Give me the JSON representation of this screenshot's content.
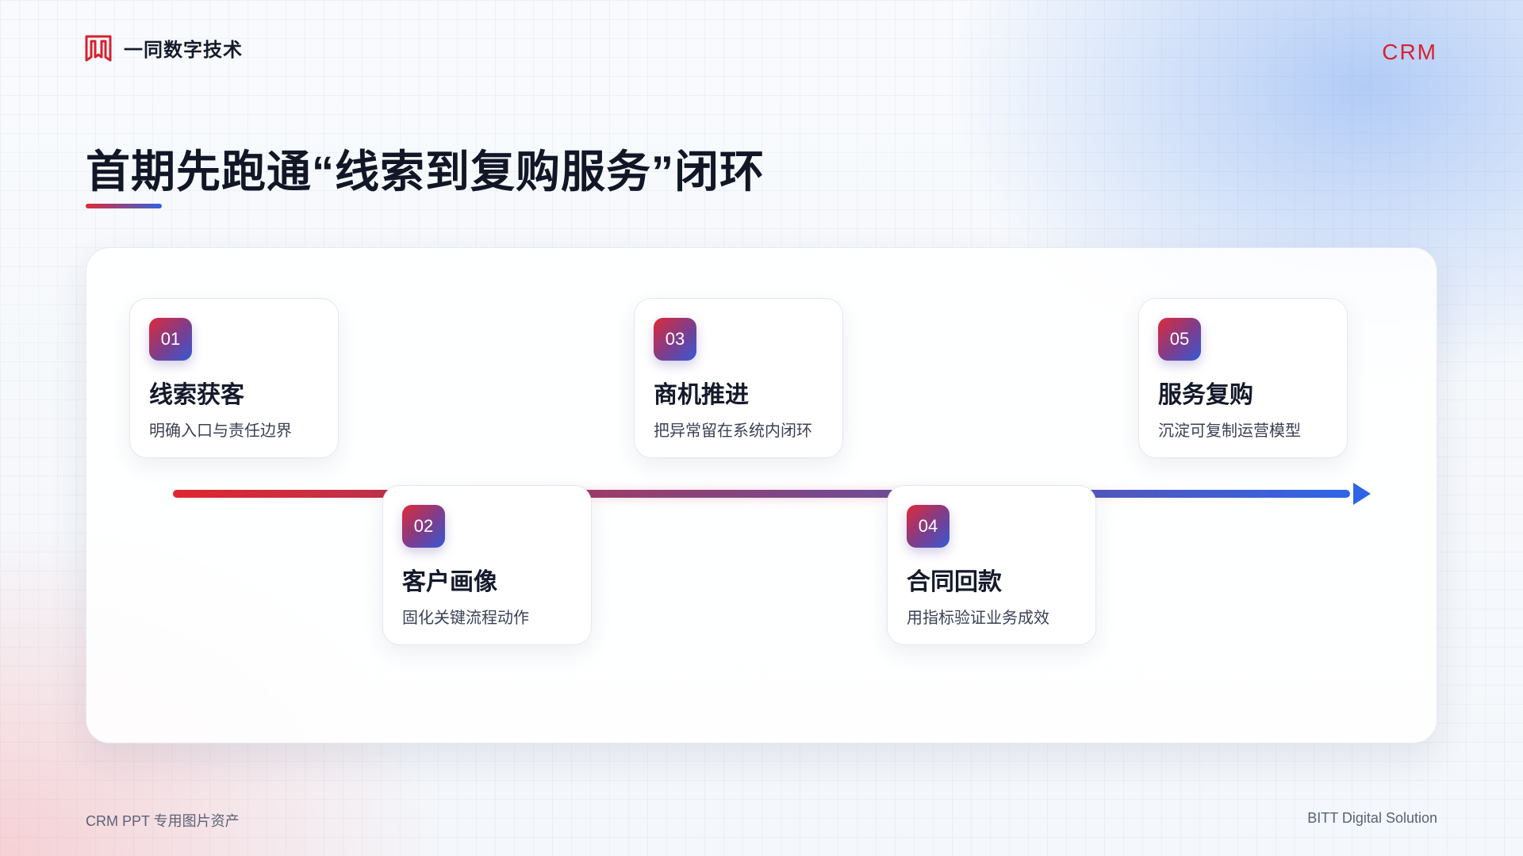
{
  "brand": {
    "name": "一同数字技术",
    "tag": "CRM",
    "accent_red": "#d6222f",
    "accent_blue": "#2f64e6"
  },
  "slide": {
    "title": "首期先跑通“线索到复购服务”闭环"
  },
  "steps": [
    {
      "num": "01",
      "title": "线索获客",
      "desc": "明确入口与责任边界"
    },
    {
      "num": "02",
      "title": "客户画像",
      "desc": "固化关键流程动作"
    },
    {
      "num": "03",
      "title": "商机推进",
      "desc": "把异常留在系统内闭环"
    },
    {
      "num": "04",
      "title": "合同回款",
      "desc": "用指标验证业务成效"
    },
    {
      "num": "05",
      "title": "服务复购",
      "desc": "沉淀可复制运营模型"
    }
  ],
  "footer": {
    "left": "CRM PPT 专用图片资产",
    "right": "BITT Digital Solution"
  }
}
